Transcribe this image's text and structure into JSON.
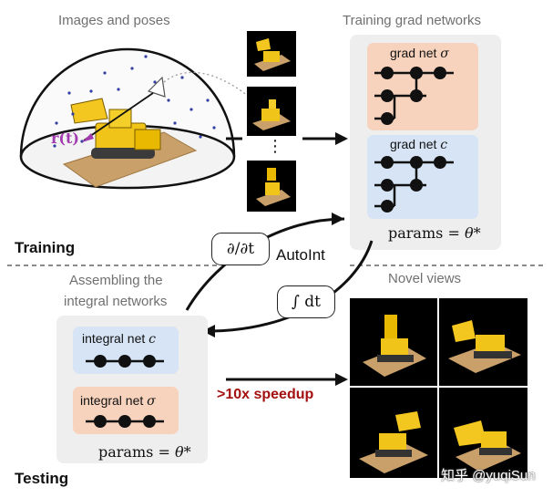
{
  "sections": {
    "images_and_poses": "Images and poses",
    "training_grad_networks": "Training grad networks",
    "assembling_line1": "Assembling the",
    "assembling_line2": "integral networks",
    "novel_views": "Novel views"
  },
  "phase_labels": {
    "training": "Training",
    "testing": "Testing"
  },
  "grad_nets": [
    {
      "label": "grad net",
      "symbol": "σ",
      "color": "#f7d3bd"
    },
    {
      "label": "grad net",
      "symbol": "c",
      "color": "#d6e4f5"
    }
  ],
  "grad_params": {
    "text": "params = ",
    "symbol": "θ*"
  },
  "integral_nets": [
    {
      "label": "integral net",
      "symbol": "c",
      "color": "#d6e4f5"
    },
    {
      "label": "integral net",
      "symbol": "σ",
      "color": "#f7d3bd"
    }
  ],
  "integral_params": {
    "text": "params = ",
    "symbol": "θ*"
  },
  "operators": {
    "derivative": "∂/∂t",
    "integral": "∫ dt"
  },
  "autoint_label": "AutoInt",
  "speedup_label": ">10x speedup",
  "ray_label": "r(t)",
  "ellipsis": "⋮",
  "watermark": "知乎 @yuqiSun",
  "colors": {
    "accent_red": "#a40f0f",
    "orange_net": "#f7d3bd",
    "blue_net": "#d6e4f5",
    "panel": "#eeeeee",
    "ray": "#a23ab0"
  }
}
